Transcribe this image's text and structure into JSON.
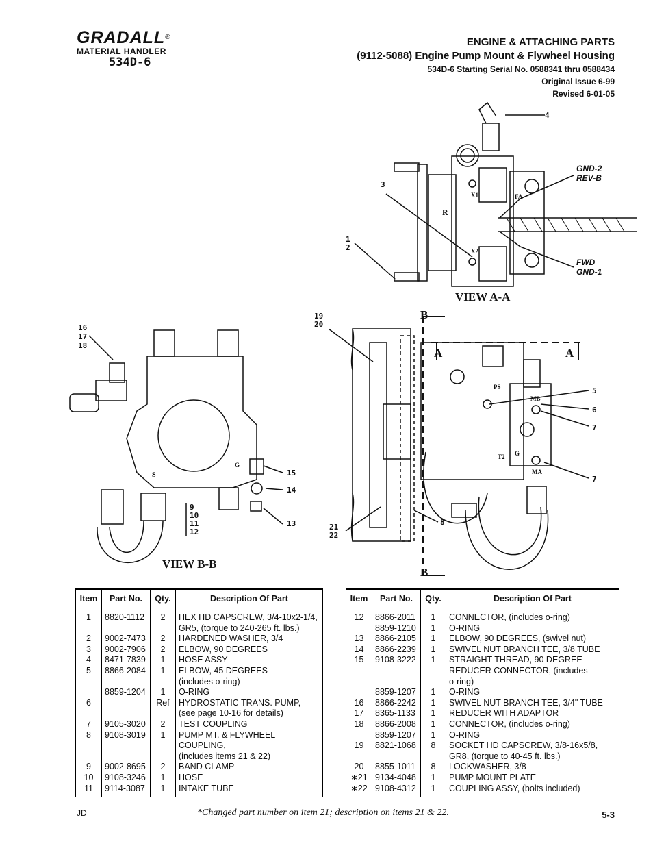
{
  "logo": {
    "brand": "GRADALL",
    "reg": "®",
    "line": "MATERIAL HANDLER",
    "model": "534D-6"
  },
  "header": {
    "title": "ENGINE & ATTACHING PARTS",
    "subtitle": "(9112-5088) Engine Pump Mount & Flywheel Housing",
    "serial": "534D-6 Starting Serial No. 0588341 thru 0588434",
    "issue": "Original Issue 6-99",
    "revised": "Revised 6-01-05"
  },
  "views": {
    "aa": "VIEW A-A",
    "bb": "VIEW B-B"
  },
  "tags": {
    "gnd2": "GND-2",
    "revb": "REV-B",
    "fwd": "FWD",
    "gnd1": "GND-1"
  },
  "callouts": {
    "c4": "4",
    "c3": "3",
    "c1": "1",
    "c2": "2",
    "c16": "16",
    "c17": "17",
    "c18": "18",
    "c19": "19",
    "c20": "20",
    "c5": "5",
    "c6": "6",
    "c7a": "7",
    "c7b": "7",
    "c8": "8",
    "c15": "15",
    "c14": "14",
    "c13": "13",
    "c9": "9",
    "c10": "10",
    "c11": "11",
    "c12": "12",
    "c21": "21",
    "c22": "22",
    "secB": "B",
    "secA": "A"
  },
  "ports": {
    "r": "R",
    "x1": "X1",
    "x2": "X2",
    "fa": "FA",
    "ps": "PS",
    "mb": "MB",
    "t2": "T2",
    "g": "G",
    "ma": "MA",
    "s": "S",
    "g2": "G"
  },
  "table": {
    "headers": {
      "item": "Item",
      "part": "Part No.",
      "qty": "Qty.",
      "desc": "Description Of Part"
    },
    "left": [
      {
        "item": "1",
        "part": "8820-1112",
        "qty": "2",
        "desc": "HEX HD CAPSCREW, 3/4-10x2-1/4,"
      },
      {
        "item": "",
        "part": "",
        "qty": "",
        "desc": "GR5, (torque to 240-265 ft. lbs.)"
      },
      {
        "item": "2",
        "part": "9002-7473",
        "qty": "2",
        "desc": "HARDENED WASHER, 3/4"
      },
      {
        "item": "3",
        "part": "9002-7906",
        "qty": "2",
        "desc": "ELBOW, 90 DEGREES"
      },
      {
        "item": "4",
        "part": "8471-7839",
        "qty": "1",
        "desc": "HOSE ASSY"
      },
      {
        "item": "5",
        "part": "8866-2084",
        "qty": "1",
        "desc": "ELBOW, 45 DEGREES"
      },
      {
        "item": "",
        "part": "",
        "qty": "",
        "desc": "(includes o-ring)"
      },
      {
        "item": "",
        "part": "8859-1204",
        "qty": "1",
        "desc": "O-RING"
      },
      {
        "item": "6",
        "part": "",
        "qty": "Ref",
        "desc": "HYDROSTATIC TRANS. PUMP,"
      },
      {
        "item": "",
        "part": "",
        "qty": "",
        "desc": "(see page 10-16 for details)"
      },
      {
        "item": "7",
        "part": "9105-3020",
        "qty": "2",
        "desc": "TEST COUPLING"
      },
      {
        "item": "8",
        "part": "9108-3019",
        "qty": "1",
        "desc": "PUMP MT. & FLYWHEEL COUPLING,"
      },
      {
        "item": "",
        "part": "",
        "qty": "",
        "desc": "(includes items 21 & 22)"
      },
      {
        "item": "9",
        "part": "9002-8695",
        "qty": "2",
        "desc": "BAND CLAMP"
      },
      {
        "item": "10",
        "part": "9108-3246",
        "qty": "1",
        "desc": "HOSE"
      },
      {
        "item": "11",
        "part": "9114-3087",
        "qty": "1",
        "desc": "INTAKE TUBE"
      },
      {
        "item": "",
        "part": "",
        "qty": "",
        "desc": ""
      }
    ],
    "right": [
      {
        "item": "12",
        "part": "8866-2011",
        "qty": "1",
        "desc": "CONNECTOR, (includes o-ring)"
      },
      {
        "item": "",
        "part": "8859-1210",
        "qty": "1",
        "desc": "O-RING"
      },
      {
        "item": "13",
        "part": "8866-2105",
        "qty": "1",
        "desc": "ELBOW, 90 DEGREES, (swivel nut)"
      },
      {
        "item": "14",
        "part": "8866-2239",
        "qty": "1",
        "desc": "SWIVEL NUT BRANCH TEE, 3/8 TUBE"
      },
      {
        "item": "15",
        "part": "9108-3222",
        "qty": "1",
        "desc": "STRAIGHT THREAD, 90 DEGREE"
      },
      {
        "item": "",
        "part": "",
        "qty": "",
        "desc": "REDUCER CONNECTOR, (includes"
      },
      {
        "item": "",
        "part": "",
        "qty": "",
        "desc": "o-ring)"
      },
      {
        "item": "",
        "part": "8859-1207",
        "qty": "1",
        "desc": "O-RING"
      },
      {
        "item": "16",
        "part": "8866-2242",
        "qty": "1",
        "desc": "SWIVEL NUT BRANCH TEE, 3/4\" TUBE"
      },
      {
        "item": "17",
        "part": "8365-1133",
        "qty": "1",
        "desc": "REDUCER WITH ADAPTOR"
      },
      {
        "item": "18",
        "part": "8866-2008",
        "qty": "1",
        "desc": "CONNECTOR, (includes o-ring)"
      },
      {
        "item": "",
        "part": "8859-1207",
        "qty": "1",
        "desc": "O-RING"
      },
      {
        "item": "19",
        "part": "8821-1068",
        "qty": "8",
        "desc": "SOCKET HD CAPSCREW, 3/8-16x5/8,"
      },
      {
        "item": "",
        "part": "",
        "qty": "",
        "desc": "GR8, (torque to 40-45 ft. lbs.)"
      },
      {
        "item": "20",
        "part": "8855-1011",
        "qty": "8",
        "desc": "LOCKWASHER, 3/8"
      },
      {
        "item": "∗21",
        "part": "9134-4048",
        "qty": "1",
        "desc": "PUMP MOUNT PLATE"
      },
      {
        "item": "∗22",
        "part": "9108-4312",
        "qty": "1",
        "desc": "COUPLING ASSY, (bolts included)"
      }
    ]
  },
  "footer": {
    "left": "JD",
    "note": "*Changed part number on item 21; description on items 21 & 22.",
    "page": "5-3"
  }
}
